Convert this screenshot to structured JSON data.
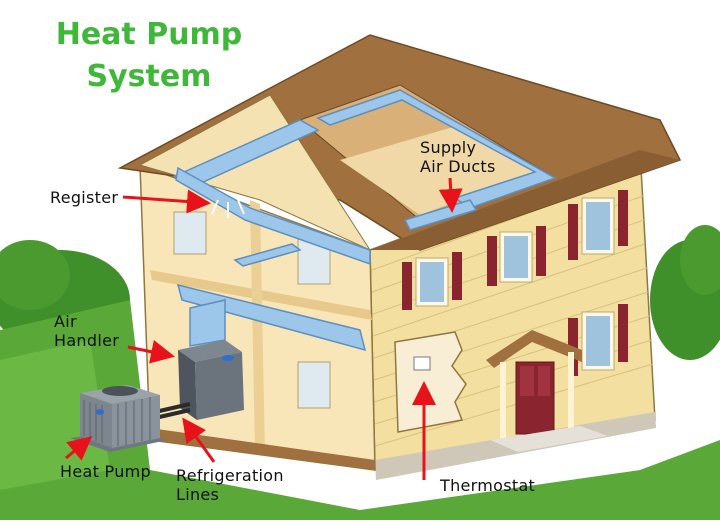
{
  "title": {
    "line1": "Heat Pump",
    "line2": "System"
  },
  "labels": {
    "supply_line1": "Supply",
    "supply_line2": "Air Ducts",
    "register": "Register",
    "air_handler_line1": "Air",
    "air_handler_line2": "Handler",
    "heat_pump": "Heat Pump",
    "refrigeration_line1": "Refrigeration",
    "refrigeration_line2": "Lines",
    "thermostat": "Thermostat"
  },
  "colors": {
    "title": "#3fb83a",
    "arrow": "#e8121b",
    "roof": "#a0703f",
    "siding": "#f3dfa0",
    "shutter": "#8a2530",
    "duct": "#9cc6ea",
    "grass": "#5aa838",
    "trees": "#3f8f2a"
  }
}
